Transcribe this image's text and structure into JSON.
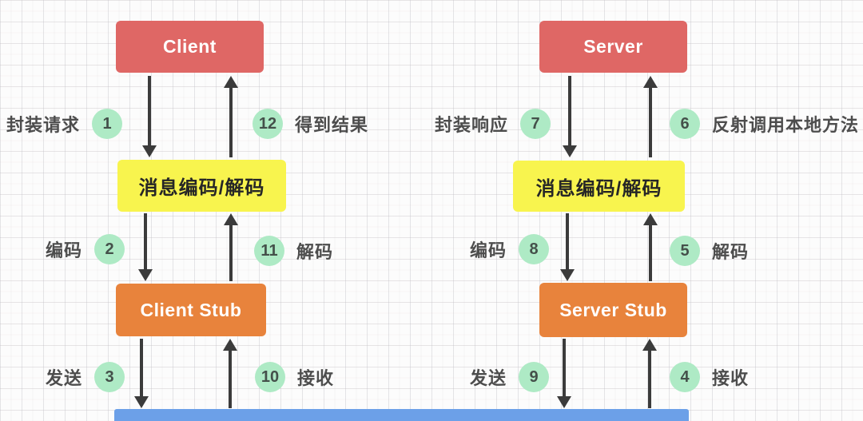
{
  "boxes": {
    "client": "Client",
    "server": "Server",
    "codec_left": "消息编码/解码",
    "codec_right": "消息编码/解码",
    "client_stub": "Client Stub",
    "server_stub": "Server Stub"
  },
  "steps": {
    "s1": {
      "num": "1",
      "label": "封装请求"
    },
    "s2": {
      "num": "2",
      "label": "编码"
    },
    "s3": {
      "num": "3",
      "label": "发送"
    },
    "s4": {
      "num": "4",
      "label": "接收"
    },
    "s5": {
      "num": "5",
      "label": "解码"
    },
    "s6": {
      "num": "6",
      "label": "反射调用本地方法"
    },
    "s7": {
      "num": "7",
      "label": "封装响应"
    },
    "s8": {
      "num": "8",
      "label": "编码"
    },
    "s9": {
      "num": "9",
      "label": "发送"
    },
    "s10": {
      "num": "10",
      "label": "接收"
    },
    "s11": {
      "num": "11",
      "label": "解码"
    },
    "s12": {
      "num": "12",
      "label": "得到结果"
    }
  },
  "colors": {
    "endpoint_red": "#df6765",
    "codec_yellow": "#f8f44e",
    "stub_orange": "#e8833c",
    "step_green": "#aeeac5",
    "network_blue": "#6ca0e8",
    "arrow_dark": "#3b3b3b"
  }
}
